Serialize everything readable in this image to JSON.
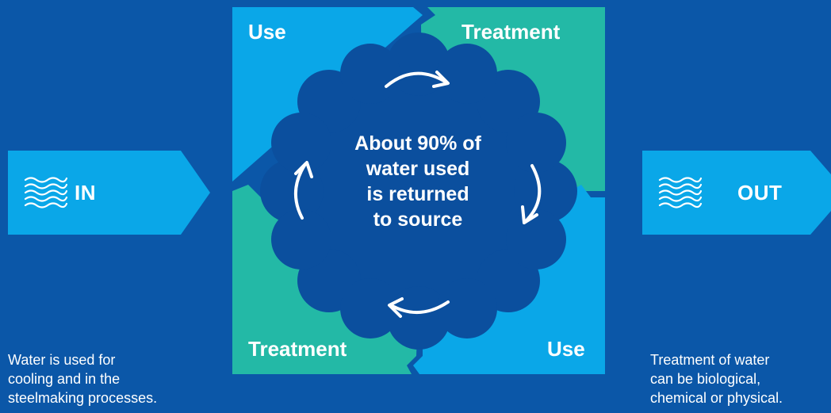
{
  "inflow": {
    "label": "IN",
    "description": "Water is used for\ncooling and in the\nsteelmaking processes."
  },
  "outflow": {
    "label": "OUT",
    "description": "Treatment of water\ncan be biological,\nchemical or physical."
  },
  "cycle": {
    "top_left": "Use",
    "top_right": "Treatment",
    "bottom_left": "Treatment",
    "bottom_right": "Use",
    "center_text": "About 90% of\nwater used\nis returned\nto source"
  },
  "colors": {
    "background": "#0b57a8",
    "use_blue": "#0aa7e8",
    "treatment_green": "#23b9a6",
    "center_blue": "#0b4f9e",
    "arrow_blue": "#0aa7e8"
  },
  "icons": [
    "water-waves-icon",
    "cycle-arrow-icon"
  ]
}
